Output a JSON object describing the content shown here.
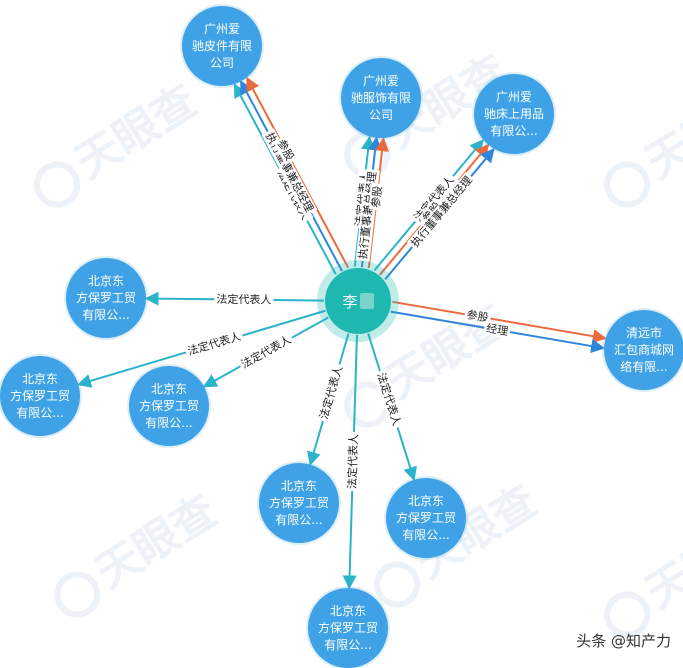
{
  "watermark": "天眼查",
  "center": {
    "name": "李"
  },
  "nodes": {
    "n1": "广州爱\n驰皮件有限\n公司",
    "n2": "广州爱\n驰服饰有限\n公司",
    "n3": "广州爱\n驰床上用品\n有限公...",
    "n4": "北京东\n方保罗工贸\n有限公...",
    "n5": "北京东\n方保罗工贸\n有限公...",
    "n6": "北京东\n方保罗工贸\n有限公...",
    "n7": "北京东\n方保罗工贸\n有限公...",
    "n8": "北京东\n方保罗工贸\n有限公...",
    "n9": "北京东\n方保罗工贸\n有限公...",
    "n10": "清远市\n汇包商城网\n络有限..."
  },
  "labels": {
    "legal_rep": "法定代表人",
    "exec_director_gm": "执行董事兼总经理",
    "shareholder": "参股",
    "manager": "经理"
  },
  "colors": {
    "legal_rep": "#2bb3c9",
    "exec_director_gm": "#2f86d8",
    "shareholder": "#ea6a3f",
    "manager": "#2f86d8"
  },
  "footer": "头条 @知产力"
}
